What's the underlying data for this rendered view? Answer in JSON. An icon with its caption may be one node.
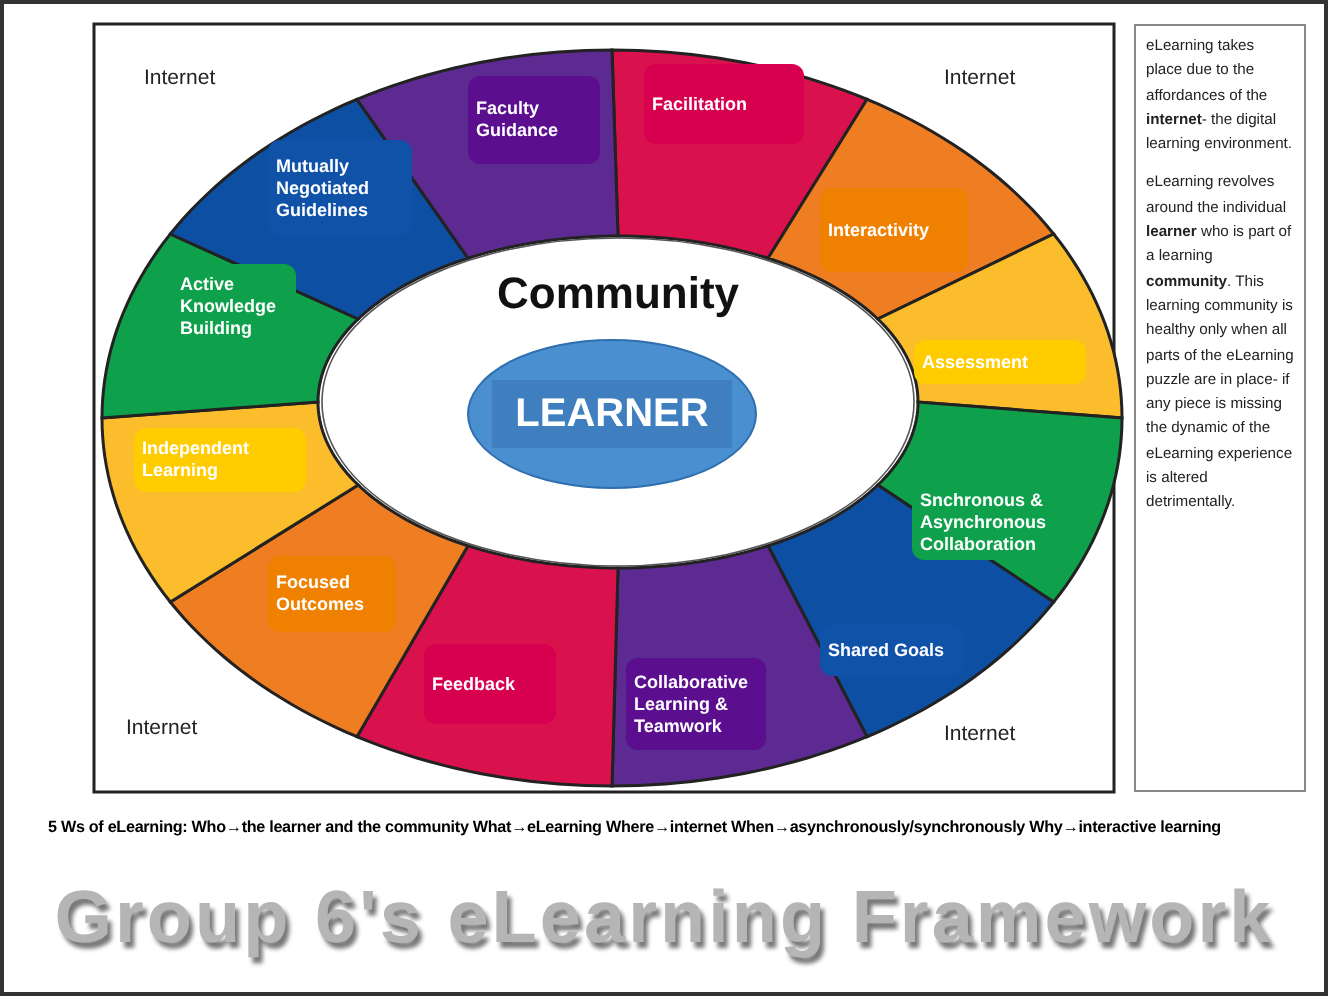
{
  "diagram": {
    "title": "Group 6's eLearning Framework",
    "nodes": [
      {
        "text": [
          "Faculty Guidance"
        ]
      },
      {
        "text": [
          "Facilitation"
        ]
      },
      {
        "text": [
          "Mutually Negotiated Guidelines"
        ]
      },
      {
        "text": [
          "Interactivity"
        ]
      },
      {
        "text": [
          "Community"
        ]
      },
      {
        "text": [
          "Active Knowledge Building"
        ]
      },
      {
        "text": [
          "Assessment"
        ]
      },
      {
        "text": [
          "LEARNER"
        ],
        "in": 4
      },
      {
        "text": [
          "Independent Learning"
        ]
      },
      {
        "text": [
          "Snchronous & Asynchronous Collaboration"
        ]
      },
      {
        "text": [
          "Focused Outcomes"
        ]
      },
      {
        "text": [
          "Shared Goals"
        ]
      },
      {
        "text": [
          "Feedback"
        ]
      },
      {
        "text": [
          "Collaborative Learning & Teamwork"
        ]
      },
      {
        "text": [
          "eLearning takes place due to the affordances of the **internet**- the digital learning environment.",
          "eLearning revolves around the individual **learner** who is part of a learning **community**. This learning community is healthy only when all parts of the eLearning puzzle are in place- if any piece is missing the dynamic of the eLearning experience is altered detrimentally."
        ]
      }
    ],
    "labels": [
      "Internet",
      "Internet",
      "Internet",
      "Internet",
      "5 Ws of eLearning: Who→the learner and the community What→eLearning Where→internet When→asynchronously/synchronously Why→interactive learning"
    ]
  }
}
